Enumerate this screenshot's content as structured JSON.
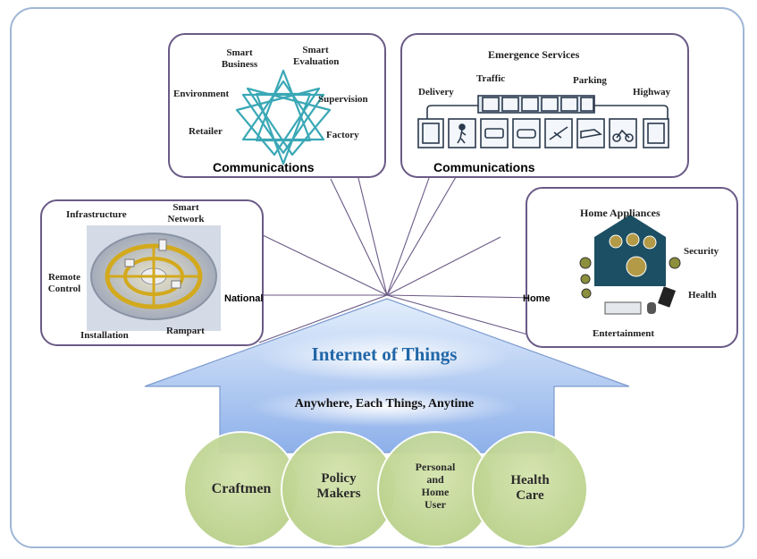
{
  "colors": {
    "frame": "#9fb6d6",
    "bubble_border": "#6a5a86",
    "arrow_fill_top": "#ddeafb",
    "arrow_fill_bottom": "#8fb2ec",
    "circle_fill": "#c5d99a",
    "title_blue": "#2167a8"
  },
  "center": {
    "title": "Internet of Things",
    "subtitle": "Anywhere, Each Things, Anytime"
  },
  "circles": [
    {
      "lines": [
        "Craftmen"
      ]
    },
    {
      "lines": [
        "Policy",
        "Makers"
      ]
    },
    {
      "lines": [
        "Personal",
        "and",
        "Home",
        "User"
      ]
    },
    {
      "lines": [
        "Health",
        "Care"
      ]
    }
  ],
  "bubbles": {
    "national": {
      "infrastructure": "Infrastructure",
      "smart_network": [
        "Smart",
        "Network"
      ],
      "remote_control": [
        "Remote",
        "Control"
      ],
      "installation": "Installation",
      "rampart": "Rampart",
      "caption": "National"
    },
    "business": {
      "smart_business": [
        "Smart",
        "Business"
      ],
      "smart_evaluation": [
        "Smart",
        "Evaluation"
      ],
      "environment": "Environment",
      "supervision": "Supervision",
      "retailer": "Retailer",
      "factory": "Factory",
      "caption": "Communications"
    },
    "transport": {
      "title": "Emergence Services",
      "delivery": "Delivery",
      "traffic": "Traffic",
      "parking": "Parking",
      "highway": "Highway",
      "caption": "Communications"
    },
    "home": {
      "title": "Home Appliances",
      "security": "Security",
      "health": "Health",
      "entertainment": "Entertainment",
      "caption": "Home"
    }
  }
}
